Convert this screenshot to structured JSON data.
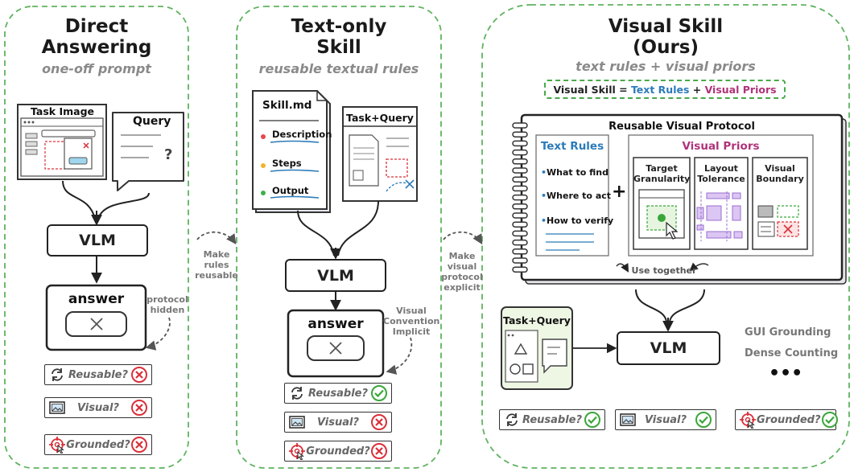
{
  "panels": {
    "direct": {
      "title_line1": "Direct",
      "title_line2": "Answering",
      "subtitle": "one-off prompt",
      "task_image_label": "Task Image",
      "query_label": "Query",
      "query_mark": "?",
      "vlm_label": "VLM",
      "answer_label": "answer",
      "side_note_line1": "protocol",
      "side_note_line2": "hidden",
      "checks": [
        {
          "label": "Reusable?",
          "status": "fail"
        },
        {
          "label": "Visual?",
          "status": "fail"
        },
        {
          "label": "Grounded?",
          "status": "fail"
        }
      ]
    },
    "text_only": {
      "title_line1": "Text-only",
      "title_line2": "Skill",
      "subtitle": "reusable textual rules",
      "skill_doc_title": "Skill.md",
      "skill_sections": [
        "Description",
        "Steps",
        "Output"
      ],
      "task_query_label": "Task+Query",
      "vlm_label": "VLM",
      "answer_label": "answer",
      "side_note_line1": "Visual",
      "side_note_line2": "Convention",
      "side_note_line3": "Implicit",
      "checks": [
        {
          "label": "Reusable?",
          "status": "pass"
        },
        {
          "label": "Visual?",
          "status": "fail"
        },
        {
          "label": "Grounded?",
          "status": "fail"
        }
      ]
    },
    "visual_skill": {
      "title_line1": "Visual Skill",
      "title_line2": "(Ours)",
      "subtitle": "text rules + visual priors",
      "formula_prefix": "Visual Skill = ",
      "formula_text_rules": "Text Rules",
      "formula_plus": " + ",
      "formula_visual_priors": "Visual Priors",
      "protocol_title": "Reusable Visual Protocol",
      "text_rules_title": "Text Rules",
      "text_rules_items": [
        "What to find",
        "Where to act",
        "How to verify"
      ],
      "plus_sign": "+",
      "visual_priors_title": "Visual Priors",
      "priors": [
        {
          "line1": "Target",
          "line2": "Granularity"
        },
        {
          "line1": "Layout",
          "line2": "Tolerance"
        },
        {
          "line1": "Visual",
          "line2": "Boundary"
        }
      ],
      "use_together": "Use together",
      "task_query_label": "Task+Query",
      "vlm_label": "VLM",
      "tasks": [
        "GUI Grounding",
        "Dense Counting"
      ],
      "ellipsis": "•••",
      "checks": [
        {
          "label": "Reusable?",
          "status": "pass"
        },
        {
          "label": "Visual?",
          "status": "pass"
        },
        {
          "label": "Grounded?",
          "status": "pass"
        }
      ]
    }
  },
  "transitions": [
    {
      "line1": "Make",
      "line2": "rules",
      "line3": "reusable"
    },
    {
      "line1": "Make",
      "line2": "visual",
      "line3": "protocol",
      "line4": "explicit"
    }
  ],
  "colors": {
    "panel_border": "#5fb35f",
    "text_rules": "#2b7bb9",
    "visual_priors": "#b0337a",
    "pass": "#3aa63a",
    "fail": "#d9303a",
    "task_query_bg": "#eef6e4",
    "prior_purple": "#c8a3ec"
  }
}
